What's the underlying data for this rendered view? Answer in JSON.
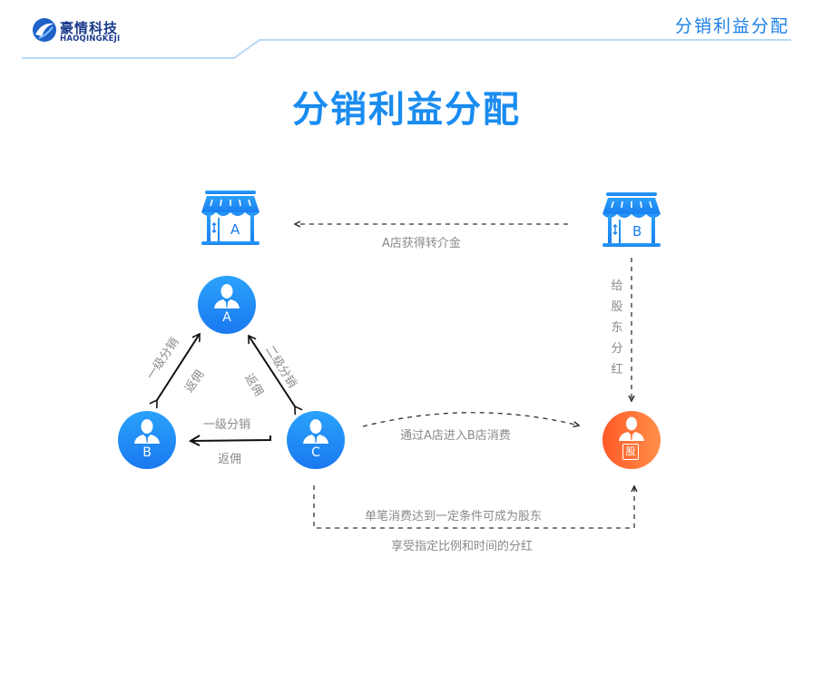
{
  "header": {
    "logo_cn": "豪情科技",
    "logo_en": "HAOQINGKEJI",
    "page_title": "分销利益分配"
  },
  "main": {
    "title": "分销利益分配"
  },
  "colors": {
    "brand_blue": "#1a8cf0",
    "node_blue": "#1a78f0",
    "node_orange": "#ff6a30",
    "label_gray": "#8a8a8a"
  },
  "diagram": {
    "shops": [
      {
        "id": "shop-a",
        "letter": "A",
        "icon": "storefront-icon"
      },
      {
        "id": "shop-b",
        "letter": "B",
        "icon": "storefront-icon"
      }
    ],
    "nodes": [
      {
        "id": "A",
        "letter": "A",
        "icon": "user-icon"
      },
      {
        "id": "B",
        "letter": "B",
        "icon": "user-icon"
      },
      {
        "id": "C",
        "letter": "C",
        "icon": "user-icon"
      },
      {
        "id": "shareholder",
        "badge": "股",
        "icon": "shareholder-icon"
      }
    ],
    "labels": {
      "shop_a_commission": "A店获得转介金",
      "shareholder_dividend_vertical": [
        "给",
        "股",
        "东",
        "分",
        "红"
      ],
      "ab_distribution": "一级分销",
      "ab_rebate": "返佣",
      "ac_distribution": "二级分销",
      "ac_rebate": "返佣",
      "bc_distribution": "一级分销",
      "bc_rebate": "返佣",
      "c_to_b_shop": "通过A店进入B店消费",
      "become_shareholder": "单笔消费达到一定条件可成为股东",
      "enjoy_dividend": "享受指定比例和时间的分红"
    }
  }
}
